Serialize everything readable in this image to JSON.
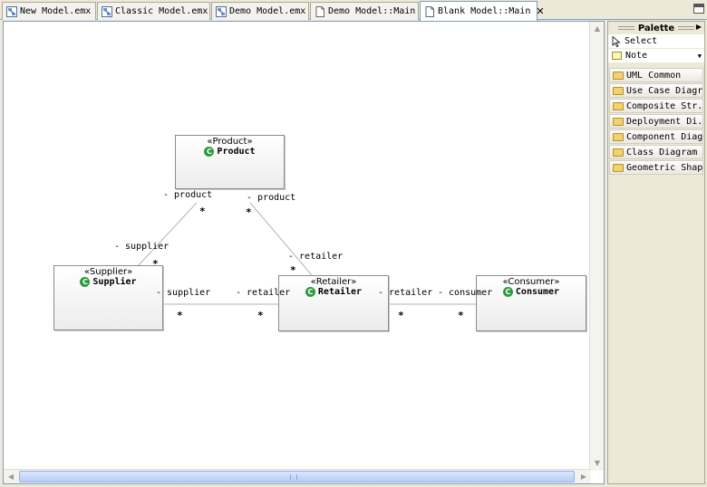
{
  "tabs": [
    {
      "label": "New Model.emx",
      "icon": "model-icon",
      "active": false
    },
    {
      "label": "Classic Model.emx",
      "icon": "model-icon",
      "active": false
    },
    {
      "label": "Demo Model.emx",
      "icon": "model-icon",
      "active": false
    },
    {
      "label": "Demo Model::Main",
      "icon": "diagram-icon",
      "active": false
    },
    {
      "label": "Blank Model::Main",
      "icon": "diagram-icon",
      "active": true
    }
  ],
  "diagram": {
    "classes": {
      "product": {
        "stereotype": "«Product»",
        "name": "Product"
      },
      "supplier": {
        "stereotype": "«Supplier»",
        "name": "Supplier"
      },
      "retailer": {
        "stereotype": "«Retailer»",
        "name": "Retailer"
      },
      "consumer": {
        "stereotype": "«Consumer»",
        "name": "Consumer"
      }
    },
    "class_icon_glyph": "C",
    "labels": {
      "prod_sup_product": "- product",
      "prod_sup_supplier": "- supplier",
      "prod_ret_product": "- product",
      "prod_ret_retailer": "- retailer",
      "sup_ret_supplier": "- supplier",
      "sup_ret_retailer": "- retailer",
      "ret_con_retailer": "- retailer",
      "ret_con_consumer": "- consumer"
    },
    "multiplicity": "*",
    "line_color": "#b4b4b4"
  },
  "palette": {
    "title": "Palette",
    "tools": [
      {
        "label": "Select",
        "icon": "arrow-cursor-icon"
      },
      {
        "label": "Note",
        "icon": "note-icon"
      }
    ],
    "drawers": [
      {
        "label": "UML Common"
      },
      {
        "label": "Use Case Diagram"
      },
      {
        "label": "Composite Str..."
      },
      {
        "label": "Deployment Di..."
      },
      {
        "label": "Component Diagram"
      },
      {
        "label": "Class Diagram"
      },
      {
        "label": "Geometric Shapes"
      }
    ]
  }
}
